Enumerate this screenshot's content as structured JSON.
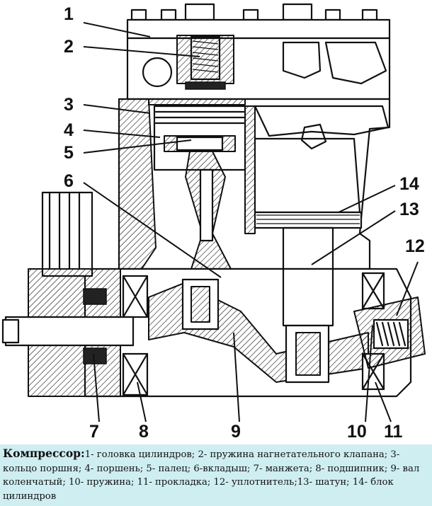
{
  "diagram": {
    "labels": [
      "1",
      "2",
      "3",
      "4",
      "5",
      "6",
      "14",
      "13",
      "12",
      "7",
      "8",
      "9",
      "10",
      "11"
    ]
  },
  "caption": {
    "title": "Компрессор:",
    "text": "1- головка цилиндров; 2- пружина нагнетательного клапана; 3- кольцо поршня; 4- поршень; 5- палец; 6-вкладыш; 7- манжета; 8- подшипник; 9- вал коленчатый; 10- пружина; 11- прокладка; 12- уплотнитель;13- шатун; 14- блок цилиндров"
  }
}
